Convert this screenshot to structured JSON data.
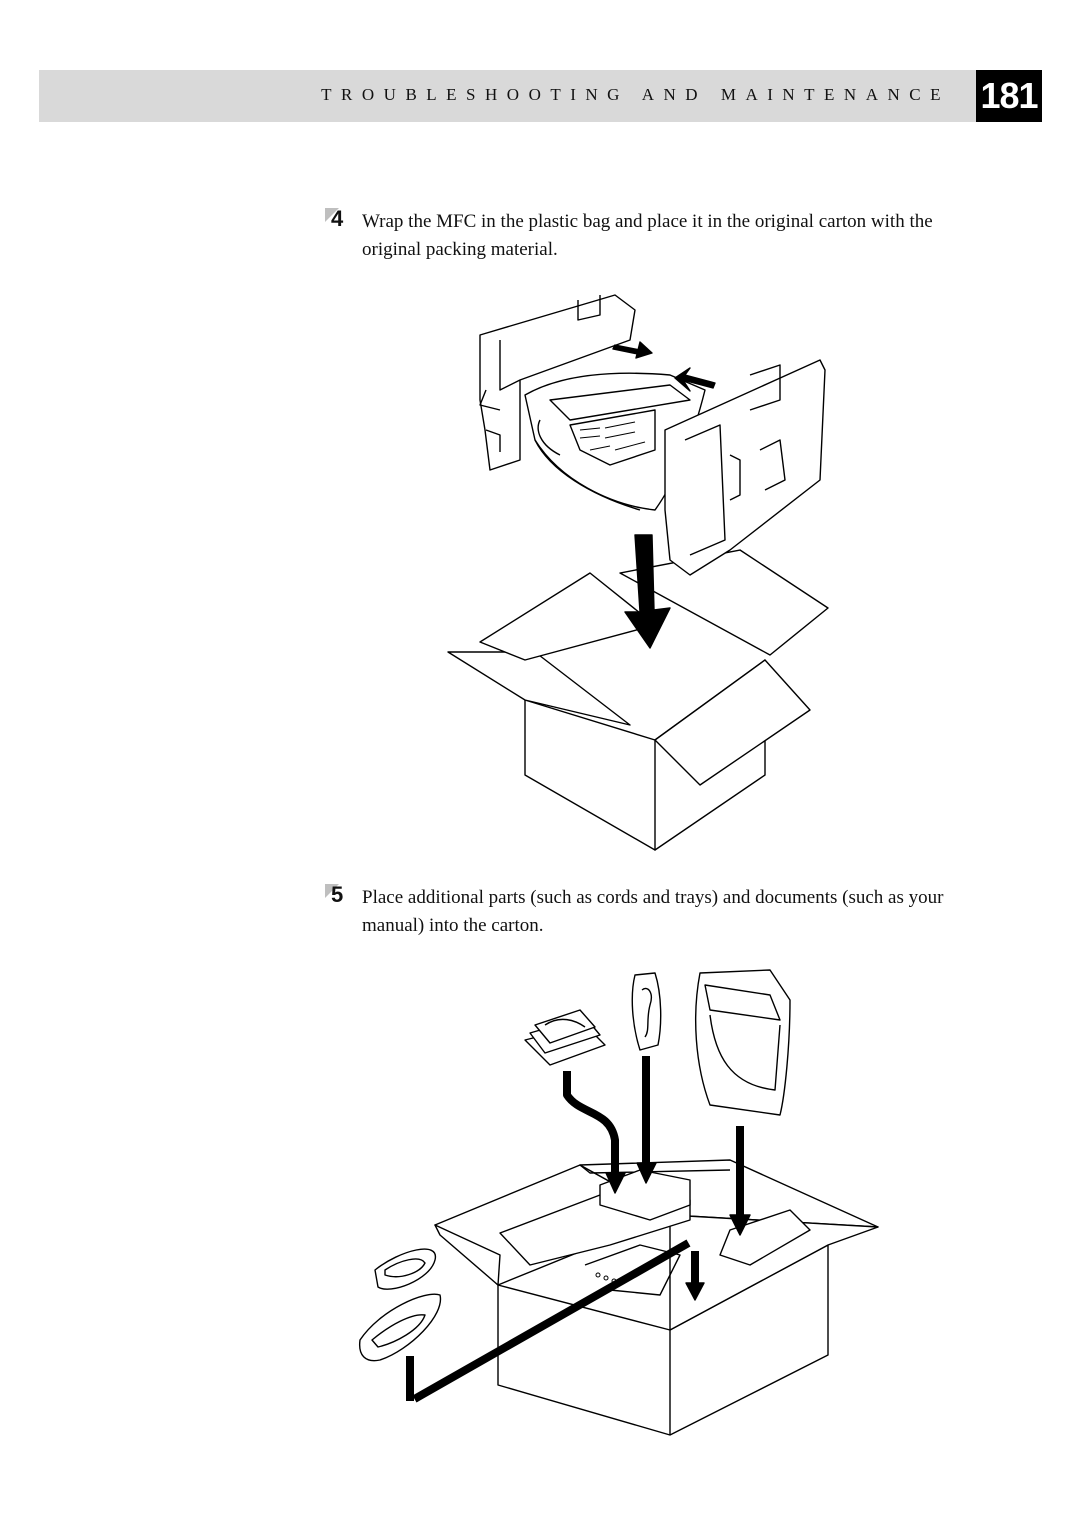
{
  "header": {
    "section_title": "TROUBLESHOOTING AND MAINTENANCE",
    "page_number": "181"
  },
  "steps": [
    {
      "number": "4",
      "text": "Wrap the MFC in the plastic bag and place it in the original carton with the original packing material."
    },
    {
      "number": "5",
      "text": "Place additional parts (such as cords and trays) and documents (such as your manual) into the carton."
    }
  ]
}
